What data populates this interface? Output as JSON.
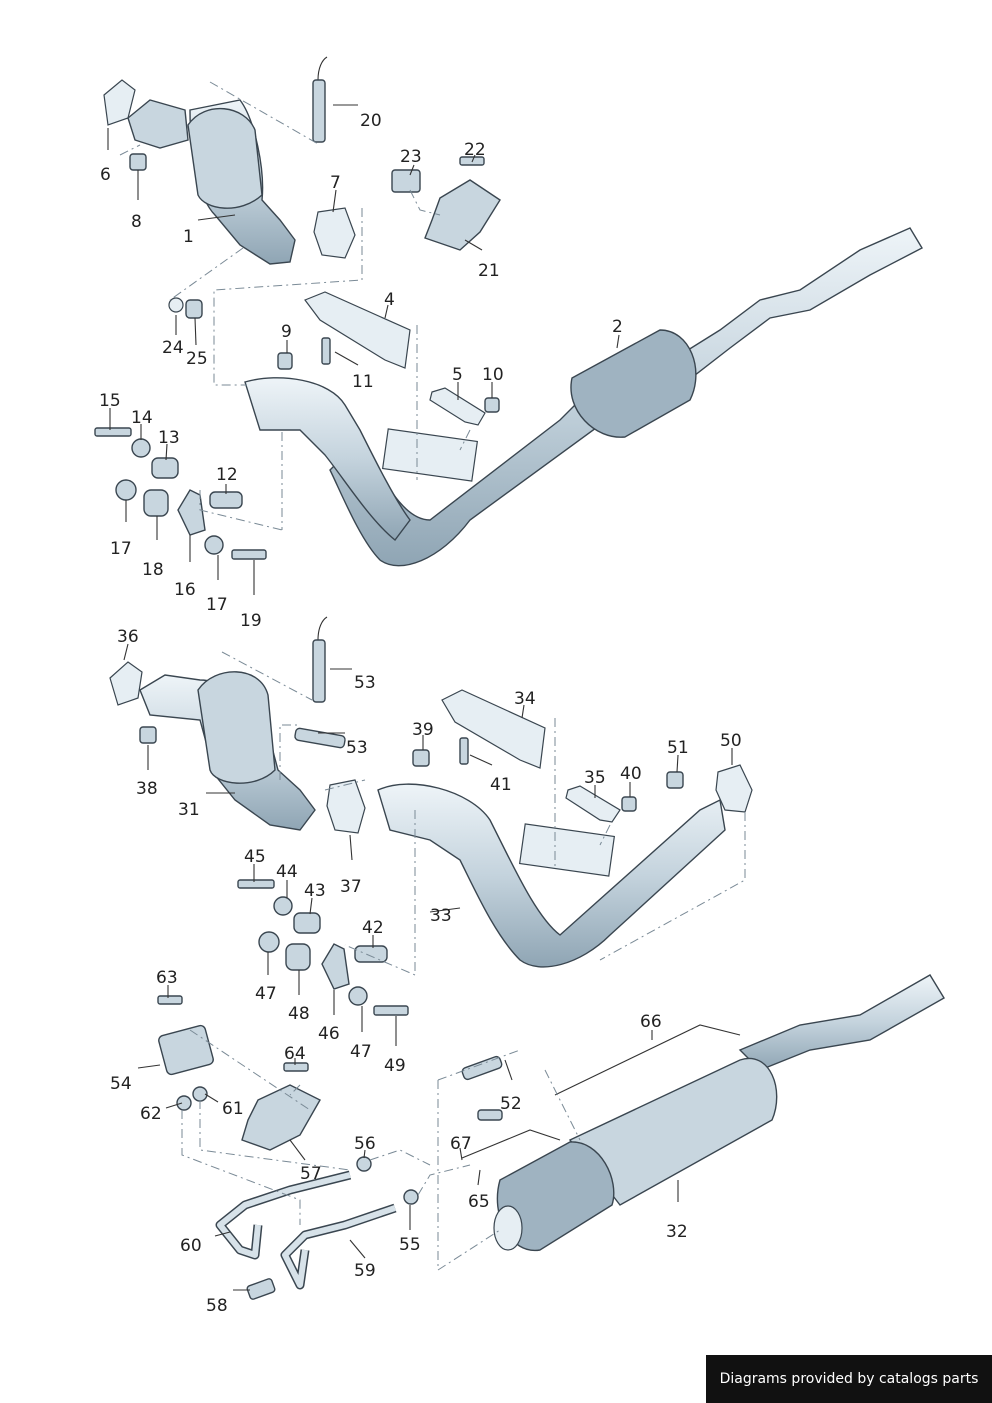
{
  "diagram": {
    "callouts": [
      "1",
      "2",
      "4",
      "5",
      "6",
      "7",
      "8",
      "9",
      "10",
      "11",
      "12",
      "13",
      "14",
      "15",
      "16",
      "17",
      "17",
      "18",
      "19",
      "20",
      "21",
      "22",
      "23",
      "24",
      "25",
      "31",
      "32",
      "33",
      "34",
      "35",
      "36",
      "37",
      "38",
      "39",
      "40",
      "41",
      "42",
      "43",
      "44",
      "45",
      "46",
      "47",
      "47",
      "48",
      "49",
      "50",
      "51",
      "52",
      "53",
      "53",
      "54",
      "55",
      "56",
      "57",
      "58",
      "59",
      "60",
      "61",
      "62",
      "63",
      "64",
      "65",
      "66",
      "67"
    ]
  },
  "footer": {
    "credit": "Diagrams provided by catalogs parts"
  },
  "colors": {
    "part_fill": "#c8d6df",
    "outline": "#3a4650",
    "footer_bg": "#111111"
  }
}
